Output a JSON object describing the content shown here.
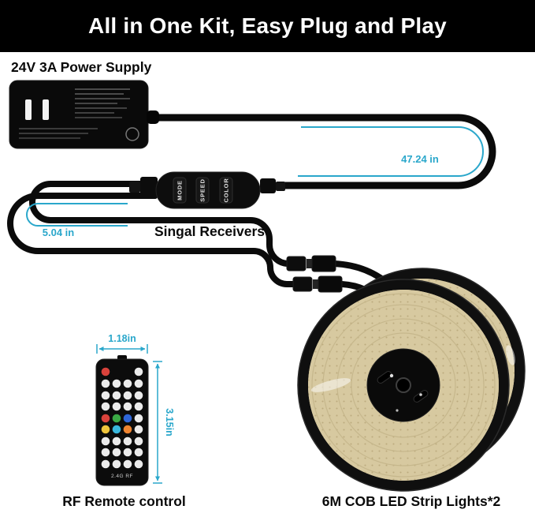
{
  "header": {
    "title": "All in One Kit, Easy Plug and Play"
  },
  "labels": {
    "power_supply": "24V 3A Power Supply",
    "receiver": "Singal Receivers",
    "remote": "RF Remote control",
    "strips": "6M COB LED Strip Lights*2"
  },
  "measurements": {
    "main_cable_length": "47.24 in",
    "receiver_cable_length": "5.04 in",
    "remote_width": "1.18in",
    "remote_height": "3.15in"
  },
  "receiver": {
    "buttons": [
      "MODE",
      "SPEED",
      "COLOR"
    ]
  },
  "remote": {
    "rf_label": "2.4G RF",
    "rows": [
      [
        "#d9423b",
        "#ebebeb"
      ],
      [
        "#ebebeb",
        "#ebebeb",
        "#ebebeb",
        "#ebebeb"
      ],
      [
        "#ebebeb",
        "#ebebeb",
        "#ebebeb",
        "#ebebeb"
      ],
      [
        "#ebebeb",
        "#ebebeb",
        "#ebebeb",
        "#ebebeb"
      ],
      [
        "#d9423b",
        "#3aa945",
        "#2f66d8",
        "#ebebeb"
      ],
      [
        "#eec43c",
        "#39b7dd",
        "#ef8430",
        "#ebebeb"
      ],
      [
        "#ebebeb",
        "#ebebeb",
        "#ebebeb",
        "#ebebeb"
      ],
      [
        "#ebebeb",
        "#ebebeb",
        "#ebebeb",
        "#ebebeb"
      ],
      [
        "#ebebeb",
        "#ebebeb",
        "#ebebeb",
        "#ebebeb"
      ]
    ]
  },
  "colors": {
    "accent_cyan": "#2AA7CB",
    "cable_black": "#0b0b0b",
    "strip_tan": "#d7c9a0",
    "header_bg": "#000000"
  }
}
